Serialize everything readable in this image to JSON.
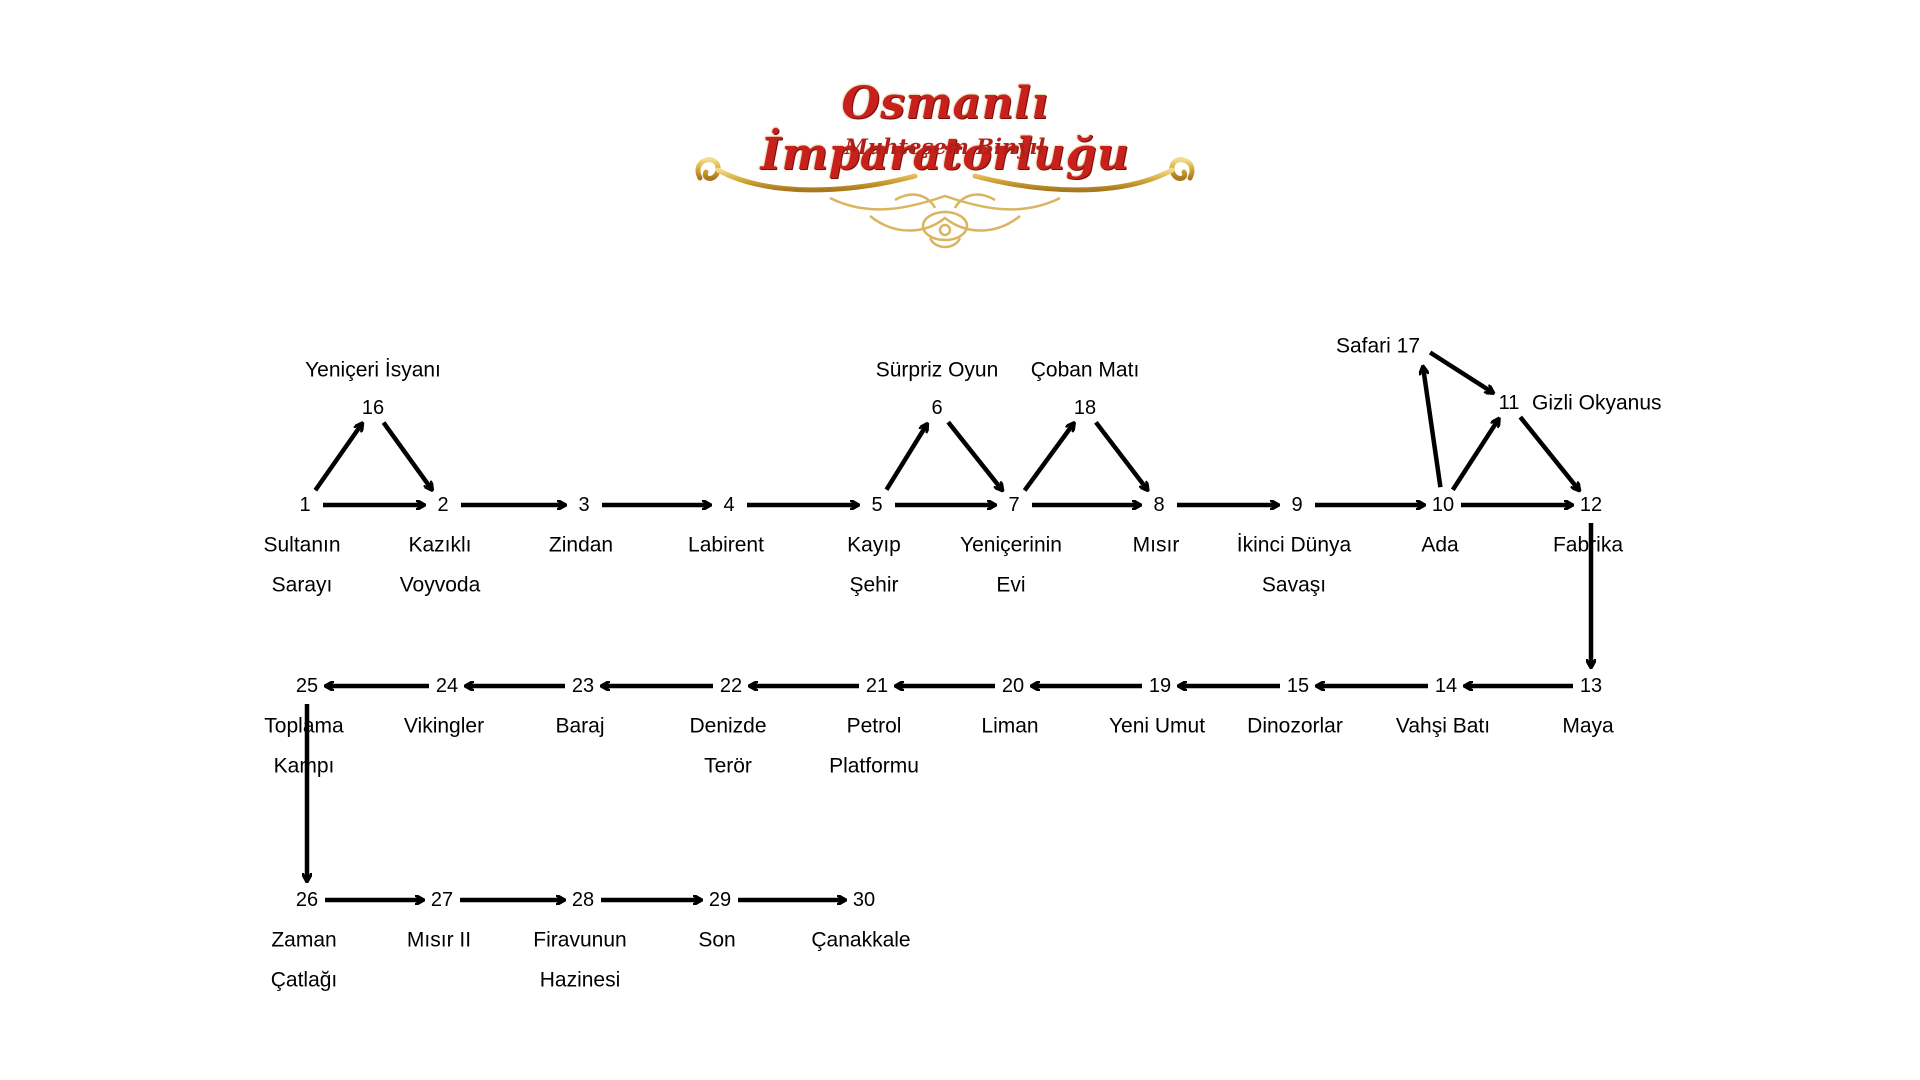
{
  "logo": {
    "title": "Osmanlı İmparatorluğu",
    "subtitle": "Muhteşem Binyıl",
    "colors": {
      "title": "#c8201c",
      "ornament": "#d4a93a"
    }
  },
  "arrow_color": "#000000",
  "nodes": [
    {
      "id": "1",
      "label": [
        "Sultanın",
        "Sarayı"
      ]
    },
    {
      "id": "2",
      "label": [
        "Kazıklı",
        "Voyvoda"
      ]
    },
    {
      "id": "3",
      "label": [
        "Zindan"
      ]
    },
    {
      "id": "4",
      "label": [
        "Labirent"
      ]
    },
    {
      "id": "5",
      "label": [
        "Kayıp",
        "Şehir"
      ]
    },
    {
      "id": "6",
      "label": [
        "Sürpriz Oyun"
      ]
    },
    {
      "id": "7",
      "label": [
        "Yeniçerinin",
        "Evi"
      ]
    },
    {
      "id": "8",
      "label": [
        "Mısır"
      ]
    },
    {
      "id": "9",
      "label": [
        "İkinci Dünya",
        "Savaşı"
      ]
    },
    {
      "id": "10",
      "label": [
        "Ada"
      ]
    },
    {
      "id": "11",
      "label": [
        "Gizli Okyanus"
      ]
    },
    {
      "id": "12",
      "label": [
        "Fabrika"
      ]
    },
    {
      "id": "13",
      "label": [
        "Maya"
      ]
    },
    {
      "id": "14",
      "label": [
        "Vahşi Batı"
      ]
    },
    {
      "id": "15",
      "label": [
        "Dinozorlar"
      ]
    },
    {
      "id": "16",
      "label": [
        "Yeniçeri İsyanı"
      ]
    },
    {
      "id": "17",
      "label": [
        "Safari 17"
      ]
    },
    {
      "id": "18",
      "label": [
        "Çoban Matı"
      ]
    },
    {
      "id": "19",
      "label": [
        "Yeni Umut"
      ]
    },
    {
      "id": "20",
      "label": [
        "Liman"
      ]
    },
    {
      "id": "21",
      "label": [
        "Petrol",
        "Platformu"
      ]
    },
    {
      "id": "22",
      "label": [
        "Denizde",
        "Terör"
      ]
    },
    {
      "id": "23",
      "label": [
        "Baraj"
      ]
    },
    {
      "id": "24",
      "label": [
        "Vikingler"
      ]
    },
    {
      "id": "25",
      "label": [
        "Toplama",
        "Kampı"
      ]
    },
    {
      "id": "26",
      "label": [
        "Zaman",
        "Çatlağı"
      ]
    },
    {
      "id": "27",
      "label": [
        "Mısır II"
      ]
    },
    {
      "id": "28",
      "label": [
        "Firavunun",
        "Hazinesi"
      ]
    },
    {
      "id": "29",
      "label": [
        "Son"
      ]
    },
    {
      "id": "30",
      "label": [
        "Çanakkale"
      ]
    }
  ],
  "edges": [
    [
      "1",
      "2"
    ],
    [
      "1",
      "16"
    ],
    [
      "16",
      "2"
    ],
    [
      "2",
      "3"
    ],
    [
      "3",
      "4"
    ],
    [
      "4",
      "5"
    ],
    [
      "5",
      "7"
    ],
    [
      "5",
      "6"
    ],
    [
      "6",
      "7"
    ],
    [
      "7",
      "8"
    ],
    [
      "7",
      "18"
    ],
    [
      "18",
      "8"
    ],
    [
      "8",
      "9"
    ],
    [
      "9",
      "10"
    ],
    [
      "10",
      "12"
    ],
    [
      "10",
      "17"
    ],
    [
      "17",
      "11"
    ],
    [
      "10",
      "11"
    ],
    [
      "11",
      "12"
    ],
    [
      "12",
      "13"
    ],
    [
      "13",
      "14"
    ],
    [
      "14",
      "15"
    ],
    [
      "15",
      "19"
    ],
    [
      "19",
      "20"
    ],
    [
      "20",
      "21"
    ],
    [
      "21",
      "22"
    ],
    [
      "22",
      "23"
    ],
    [
      "23",
      "24"
    ],
    [
      "24",
      "25"
    ],
    [
      "25",
      "26"
    ],
    [
      "26",
      "27"
    ],
    [
      "27",
      "28"
    ],
    [
      "28",
      "29"
    ],
    [
      "29",
      "30"
    ]
  ]
}
